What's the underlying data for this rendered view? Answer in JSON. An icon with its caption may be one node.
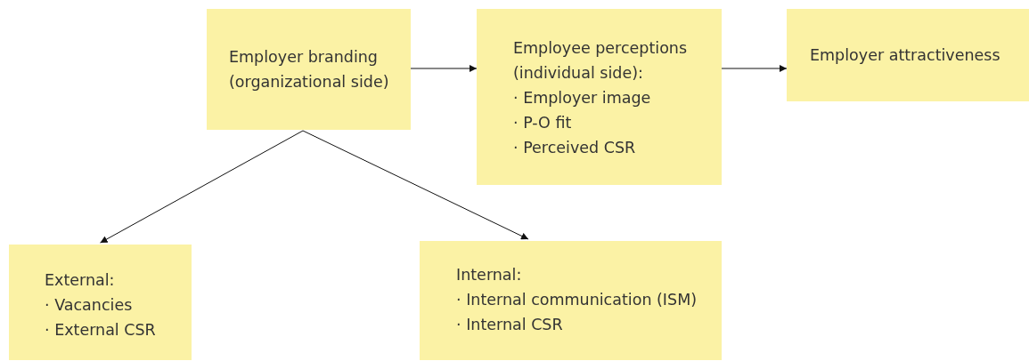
{
  "diagram": {
    "nodes": [
      {
        "text": [
          "Employer branding (organizational side)"
        ]
      },
      {
        "text": [
          "Employee perceptions (individual side):",
          "· Employer image",
          "· P-O fit",
          "· Perceived CSR"
        ]
      },
      {
        "text": [
          "Employer attractiveness"
        ]
      },
      {
        "text": [
          "External:",
          "· Vacancies",
          "· External CSR"
        ]
      },
      {
        "text": [
          "Internal:",
          "· Internal communication (ISM)",
          "· Internal CSR"
        ]
      }
    ],
    "edges": [
      {
        "from": 0,
        "to": 1,
        "arrow": "to"
      },
      {
        "from": 1,
        "to": 2,
        "arrow": "to"
      },
      {
        "from": 0,
        "to": 3,
        "arrow": "to"
      },
      {
        "from": 0,
        "to": 4,
        "arrow": "to"
      }
    ]
  }
}
